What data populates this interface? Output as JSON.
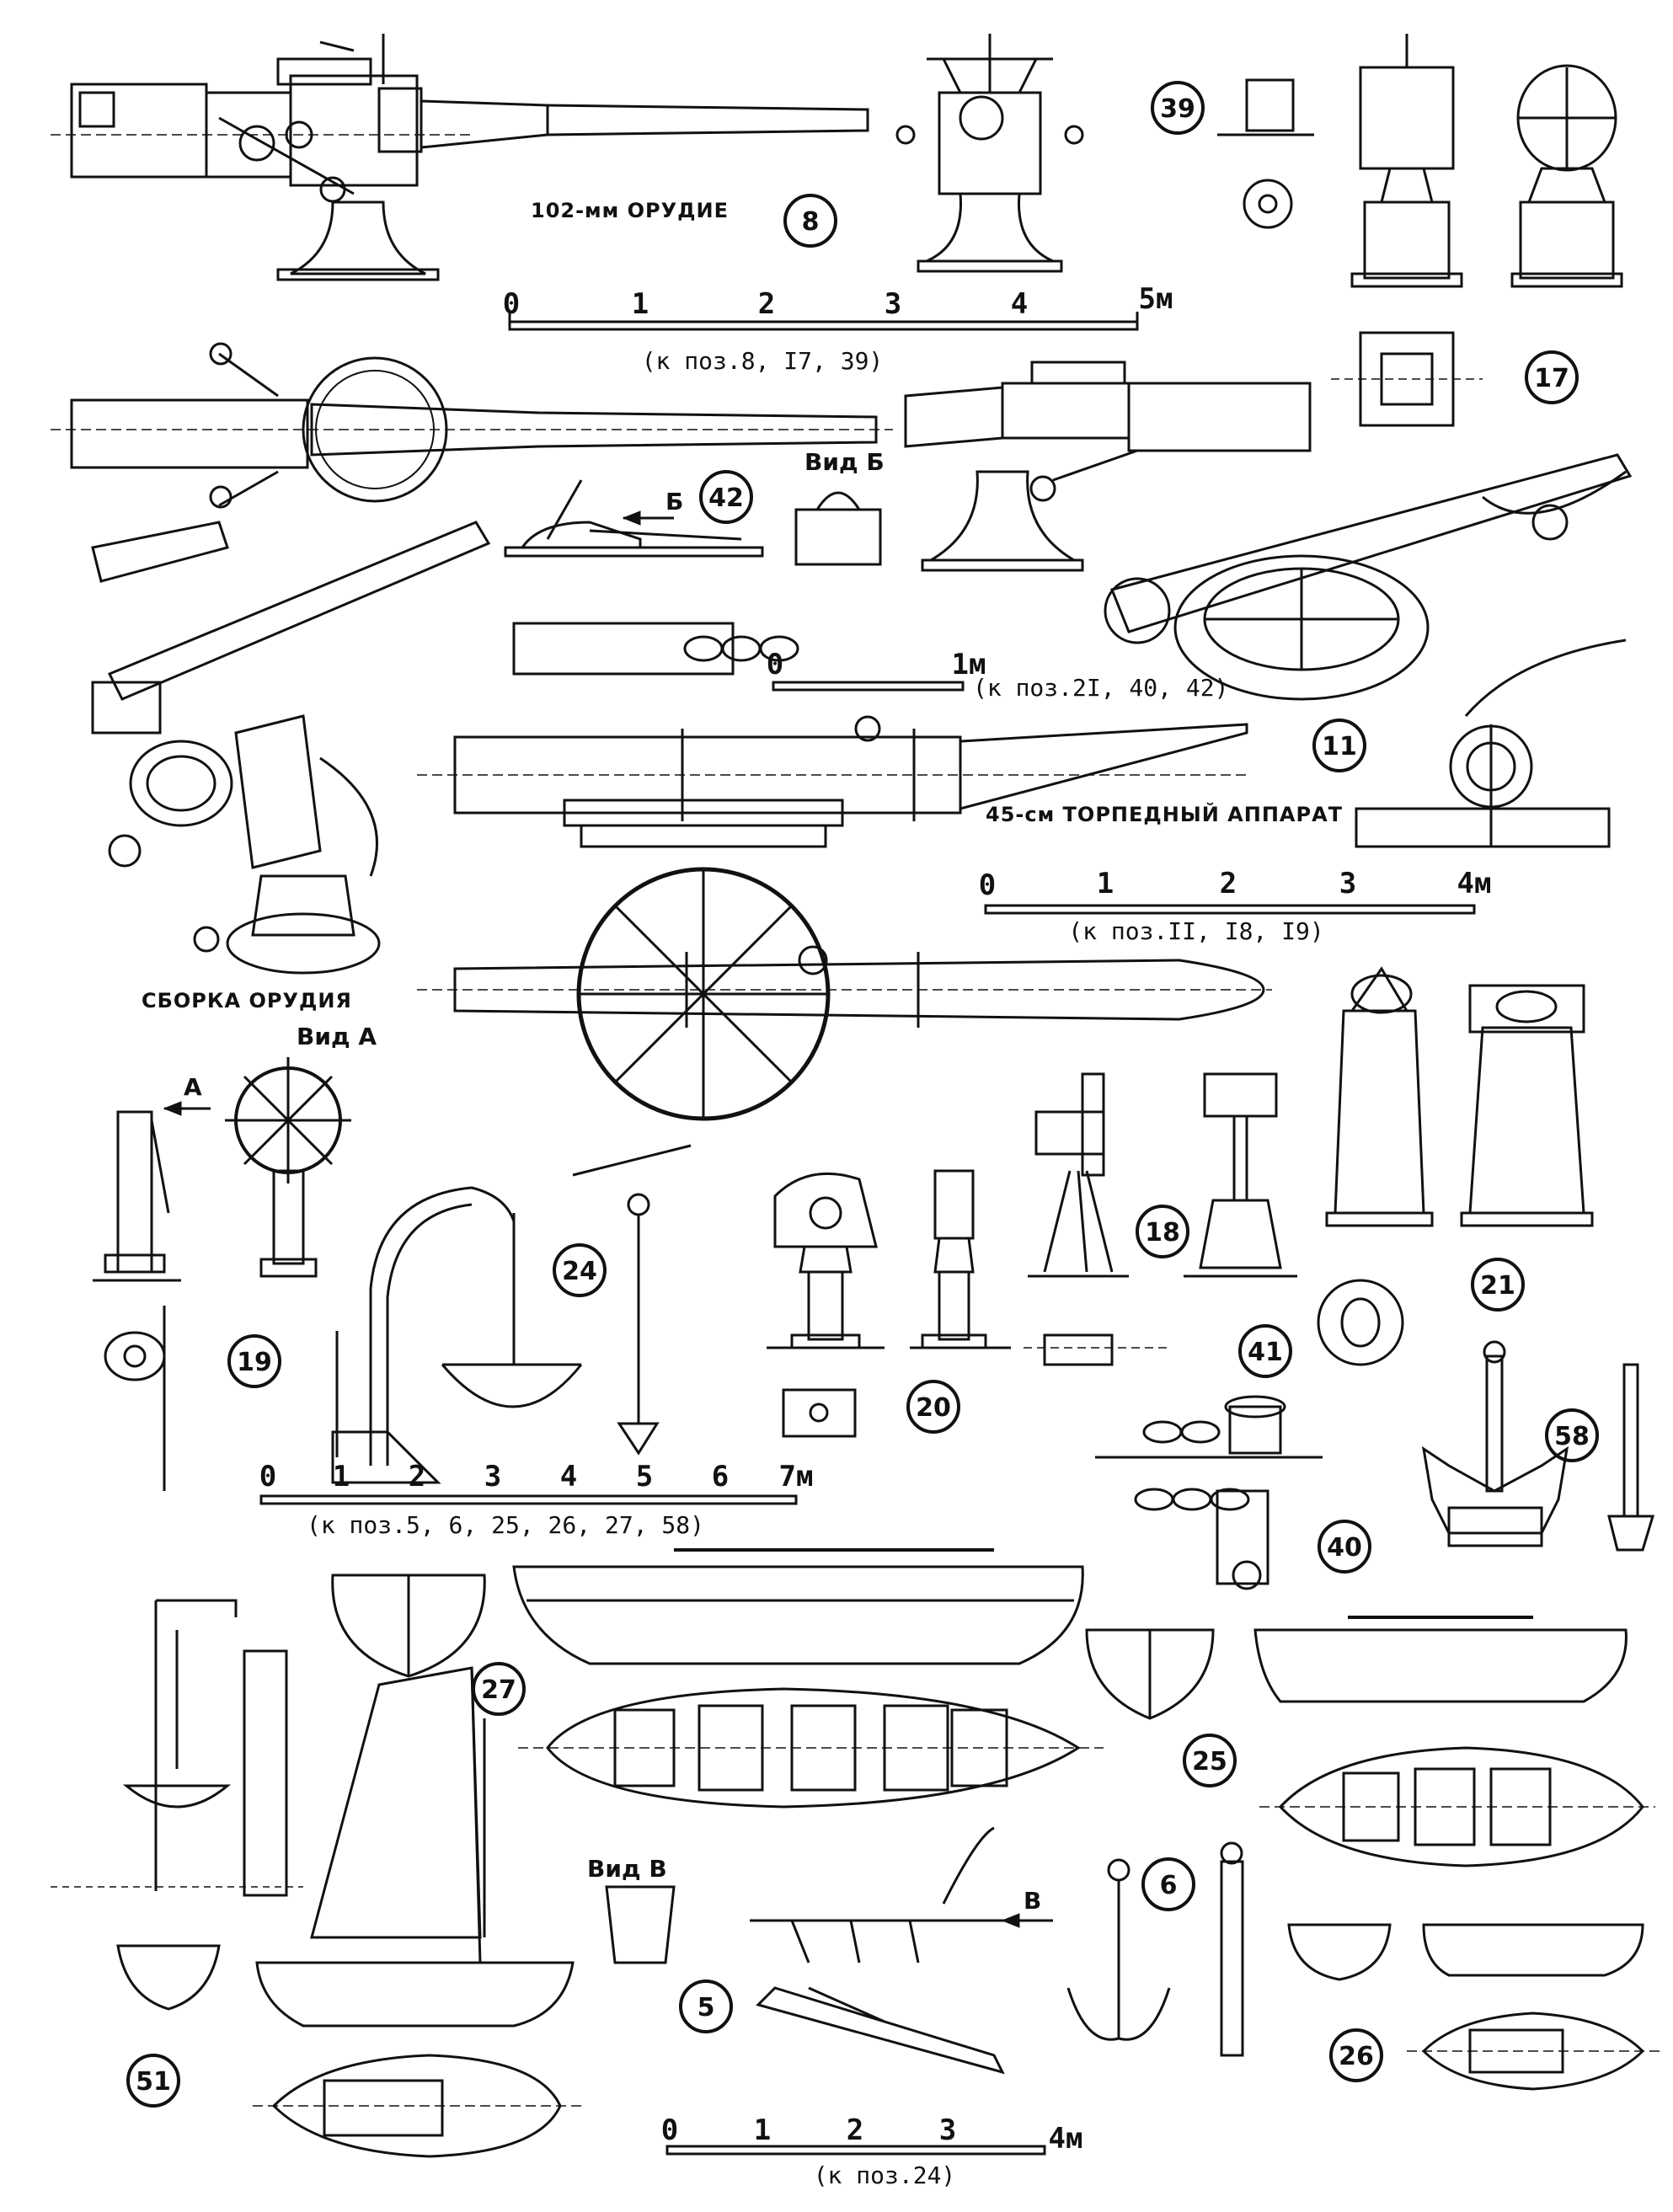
{
  "captions": {
    "gun_102": "102-мм ОРУДИЕ",
    "torpedo": "45-см ТОРПЕДНЫЙ АППАРАТ",
    "gun_assembly": "СБОРКА ОРУДИЯ"
  },
  "views": {
    "a": "Вид А",
    "a_arrow": "А",
    "b": "Вид Б",
    "b_arrow": "Б",
    "v": "Вид В",
    "v_arrow": "В"
  },
  "scales": {
    "s1": {
      "ticks": [
        "0",
        "1",
        "2",
        "3",
        "4",
        "5м"
      ],
      "caption": "(к поз.8, I7, 39)"
    },
    "s2": {
      "ticks": [
        "0",
        "1м"
      ],
      "caption": "(к поз.2I, 40, 42)"
    },
    "s3": {
      "ticks": [
        "0",
        "1",
        "2",
        "3",
        "4м"
      ],
      "caption": "(к поз.II, I8, I9)"
    },
    "s4": {
      "ticks": [
        "0",
        "1",
        "2",
        "3",
        "4",
        "5",
        "6",
        "7м"
      ],
      "caption": "(к поз.5, 6, 25, 26, 27, 58)"
    },
    "s5": {
      "ticks": [
        "0",
        "1",
        "2",
        "3",
        "4м"
      ],
      "caption": "(к поз.24)"
    }
  },
  "numbers": {
    "n8": "8",
    "n39": "39",
    "n17": "17",
    "n42": "42",
    "n11": "11",
    "n19": "19",
    "n24": "24",
    "n20": "20",
    "n18": "18",
    "n41": "41",
    "n21": "21",
    "n58": "58",
    "n40": "40",
    "n27": "27",
    "n25": "25",
    "n5": "5",
    "n6": "6",
    "n51": "51",
    "n26": "26"
  },
  "icons": [
    "naval-gun",
    "torpedo-tube",
    "steering-wheel",
    "lifeboat",
    "anchor",
    "searchlight",
    "davit",
    "telegraph",
    "bollard"
  ]
}
